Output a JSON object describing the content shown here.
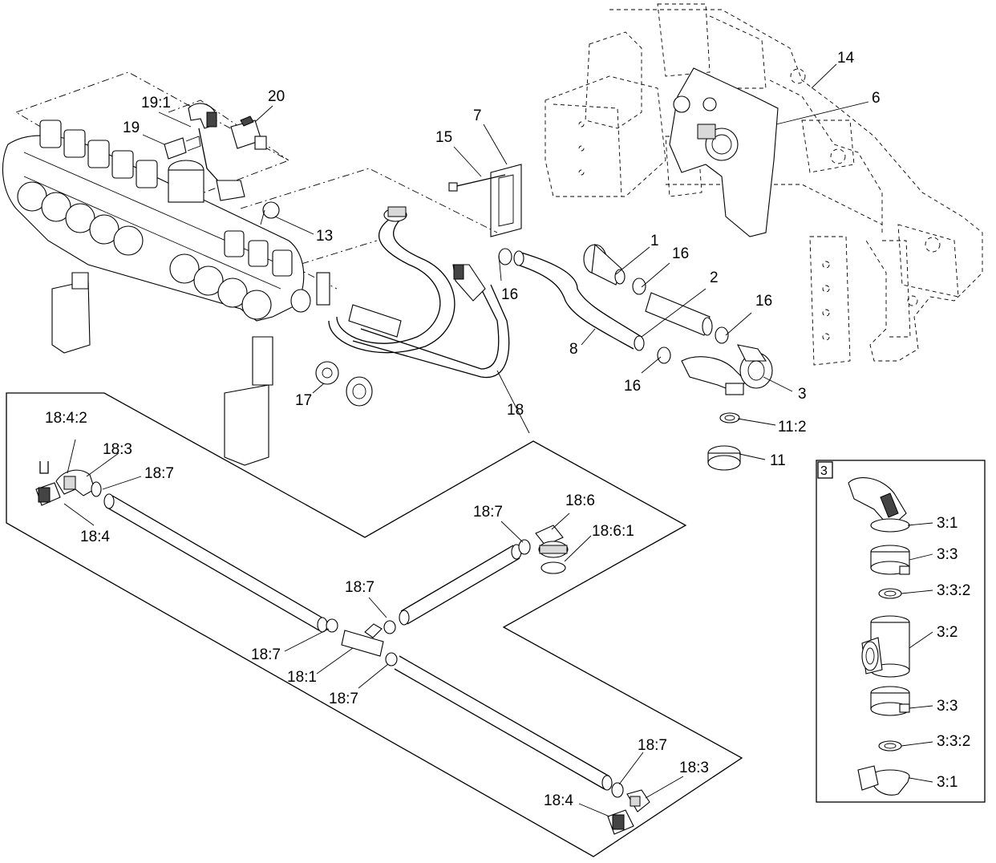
{
  "callouts": {
    "c1": "1",
    "c2": "2",
    "c3": "3",
    "c6": "6",
    "c7": "7",
    "c8": "8",
    "c11": "11",
    "c11_2": "11:2",
    "c13": "13",
    "c14": "14",
    "c15": "15",
    "c16a": "16",
    "c16b": "16",
    "c16c": "16",
    "c16d": "16",
    "c17": "17",
    "c18": "18",
    "c19": "19",
    "c19_1": "19:1",
    "c20": "20"
  },
  "detail_18": {
    "c18_1": "18:1",
    "c18_3a": "18:3",
    "c18_3b": "18:3",
    "c18_4a": "18:4",
    "c18_4b": "18:4",
    "c18_4_2": "18:4:2",
    "c18_6": "18:6",
    "c18_6_1": "18:6:1",
    "c18_7a": "18:7",
    "c18_7b": "18:7",
    "c18_7c": "18:7",
    "c18_7d": "18:7",
    "c18_7e": "18:7",
    "c18_7f": "18:7"
  },
  "detail_3": {
    "tag": "3",
    "c3_1a": "3:1",
    "c3_3a": "3:3",
    "c3_3_2a": "3:3:2",
    "c3_2": "3:2",
    "c3_3b": "3:3",
    "c3_3_2b": "3:3:2",
    "c3_1b": "3:1"
  }
}
